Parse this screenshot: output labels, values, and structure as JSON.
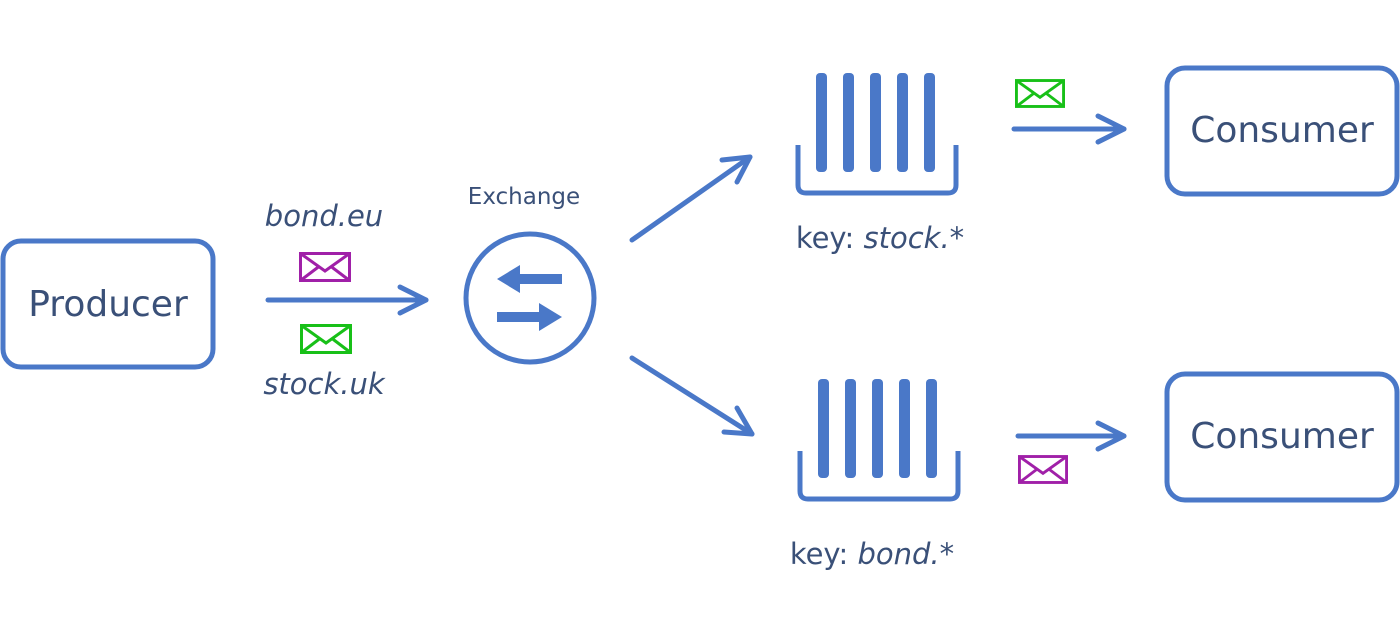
{
  "producer": {
    "label": "Producer"
  },
  "exchange": {
    "label": "Exchange"
  },
  "messages": {
    "top_key": "bond.eu",
    "bottom_key": "stock.uk"
  },
  "queues": [
    {
      "key_prefix": "key: ",
      "key_pattern": "stock.*"
    },
    {
      "key_prefix": "key: ",
      "key_pattern": "bond.*"
    }
  ],
  "consumers": [
    {
      "label": "Consumer"
    },
    {
      "label": "Consumer"
    }
  ],
  "colors": {
    "accent": "#4a78c8",
    "text": "#3a5078",
    "message_bond": "#a020a8",
    "message_stock": "#18c018",
    "background": "#ffffff"
  },
  "icons": {
    "exchange": "exchange-arrows-icon",
    "queue": "queue-icon",
    "message": "envelope-icon"
  }
}
